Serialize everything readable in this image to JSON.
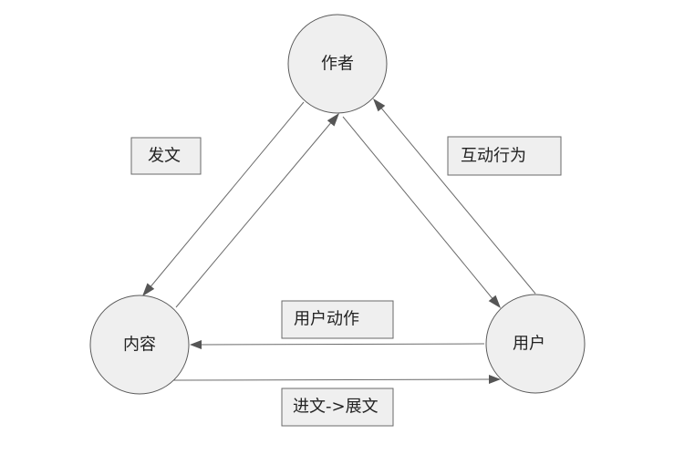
{
  "nodes": {
    "author": "作者",
    "content": "内容",
    "user": "用户"
  },
  "labels": {
    "publish": "发文",
    "interaction": "互动行为",
    "user_action": "用户动作",
    "distribute": "进文->展文"
  }
}
